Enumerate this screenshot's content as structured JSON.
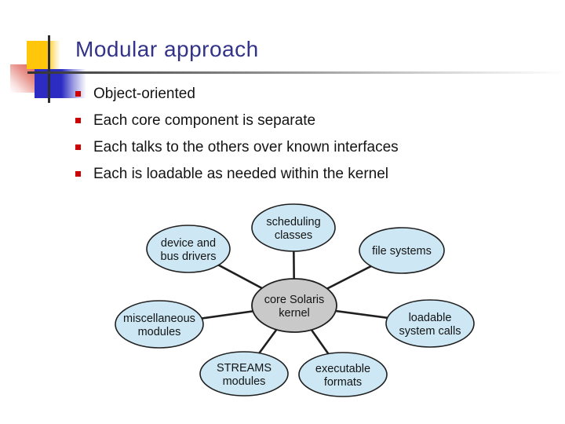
{
  "slide": {
    "title": "Modular approach",
    "bullets": [
      "Object-oriented",
      "Each core component is separate",
      "Each talks to the others over known interfaces",
      "Each is loadable as needed within the kernel"
    ]
  },
  "diagram": {
    "center": {
      "lines": [
        "core Solaris",
        "kernel"
      ],
      "fill": "#c9c9c9"
    },
    "nodes": [
      {
        "id": "scheduling-classes",
        "lines": [
          "scheduling",
          "classes"
        ]
      },
      {
        "id": "device-and-bus-drivers",
        "lines": [
          "device and",
          "bus drivers"
        ]
      },
      {
        "id": "file-systems",
        "lines": [
          "file systems"
        ]
      },
      {
        "id": "miscellaneous-modules",
        "lines": [
          "miscellaneous",
          "modules"
        ]
      },
      {
        "id": "loadable-system-calls",
        "lines": [
          "loadable",
          "system calls"
        ]
      },
      {
        "id": "streams-modules",
        "lines": [
          "STREAMS",
          "modules"
        ]
      },
      {
        "id": "executable-formats",
        "lines": [
          "executable",
          "formats"
        ]
      }
    ],
    "node_fill": "#cde8f4",
    "stroke": "#1f1f1f"
  },
  "colors": {
    "title": "#33338a",
    "bullet_marker": "#cc0000",
    "accent_yellow": "#ffc60a",
    "accent_blue": "#2c2cc2",
    "accent_red": "#dd4f44",
    "center_node_fill": "#c9c9c9",
    "satellite_node_fill": "#cde8f4"
  }
}
